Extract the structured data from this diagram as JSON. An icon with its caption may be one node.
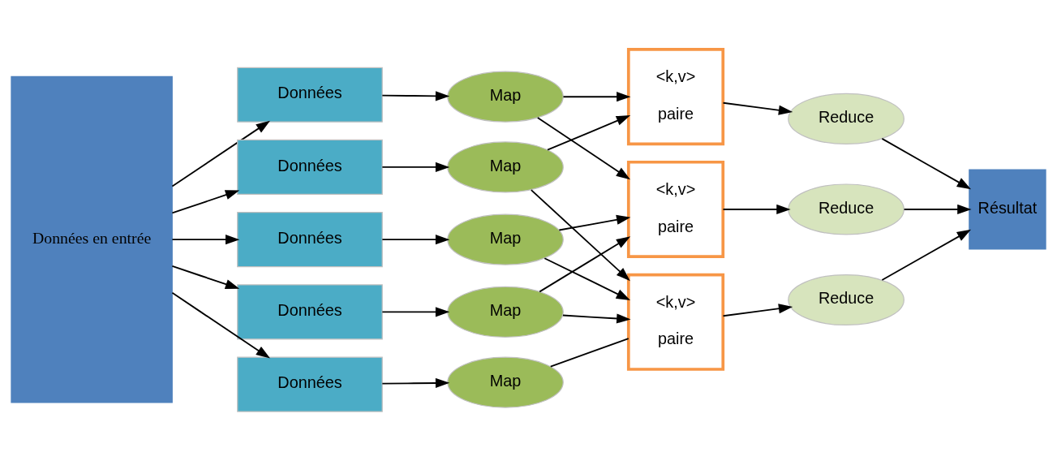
{
  "diagram": {
    "nodes": [
      {
        "text": [
          "Données en entrée"
        ]
      },
      {
        "text": [
          "Données"
        ]
      },
      {
        "text": [
          "Données"
        ]
      },
      {
        "text": [
          "Données"
        ]
      },
      {
        "text": [
          "Données"
        ]
      },
      {
        "text": [
          "Données"
        ]
      },
      {
        "text": [
          "Map"
        ]
      },
      {
        "text": [
          "Map"
        ]
      },
      {
        "text": [
          "Map"
        ]
      },
      {
        "text": [
          "Map"
        ]
      },
      {
        "text": [
          "Map"
        ]
      },
      {
        "text": [
          "<k,v>",
          "paire"
        ]
      },
      {
        "text": [
          "<k,v>",
          "paire"
        ]
      },
      {
        "text": [
          "<k,v>",
          "paire"
        ]
      },
      {
        "text": [
          "Reduce"
        ]
      },
      {
        "text": [
          "Reduce"
        ]
      },
      {
        "text": [
          "Reduce"
        ]
      },
      {
        "text": [
          "Résultat"
        ]
      }
    ],
    "edges": [
      {
        "from": 0,
        "to": 1,
        "arrow": "to"
      },
      {
        "from": 0,
        "to": 2,
        "arrow": "to"
      },
      {
        "from": 0,
        "to": 3,
        "arrow": "to"
      },
      {
        "from": 0,
        "to": 4,
        "arrow": "to"
      },
      {
        "from": 0,
        "to": 5,
        "arrow": "to"
      },
      {
        "from": 1,
        "to": 6,
        "arrow": "to"
      },
      {
        "from": 2,
        "to": 7,
        "arrow": "to"
      },
      {
        "from": 3,
        "to": 8,
        "arrow": "to"
      },
      {
        "from": 4,
        "to": 9,
        "arrow": "to"
      },
      {
        "from": 5,
        "to": 10,
        "arrow": "to"
      },
      {
        "from": 6,
        "to": 12,
        "arrow": "to"
      },
      {
        "from": 6,
        "to": 13,
        "arrow": "to"
      },
      {
        "from": 7,
        "to": 11,
        "arrow": "to"
      },
      {
        "from": 7,
        "to": 12,
        "arrow": "to"
      },
      {
        "from": 8,
        "to": 11,
        "arrow": "to"
      },
      {
        "from": 8,
        "to": 13,
        "arrow": "to"
      },
      {
        "from": 9,
        "to": 13,
        "arrow": "none"
      },
      {
        "from": 10,
        "to": 12,
        "arrow": "to"
      },
      {
        "from": 10,
        "to": 13,
        "arrow": "to"
      },
      {
        "from": 11,
        "to": 14,
        "arrow": "to"
      },
      {
        "from": 12,
        "to": 15,
        "arrow": "to"
      },
      {
        "from": 13,
        "to": 16,
        "arrow": "to"
      },
      {
        "from": 14,
        "to": 17,
        "arrow": "to"
      },
      {
        "from": 15,
        "to": 17,
        "arrow": "to"
      },
      {
        "from": 16,
        "to": 17,
        "arrow": "to"
      }
    ]
  }
}
